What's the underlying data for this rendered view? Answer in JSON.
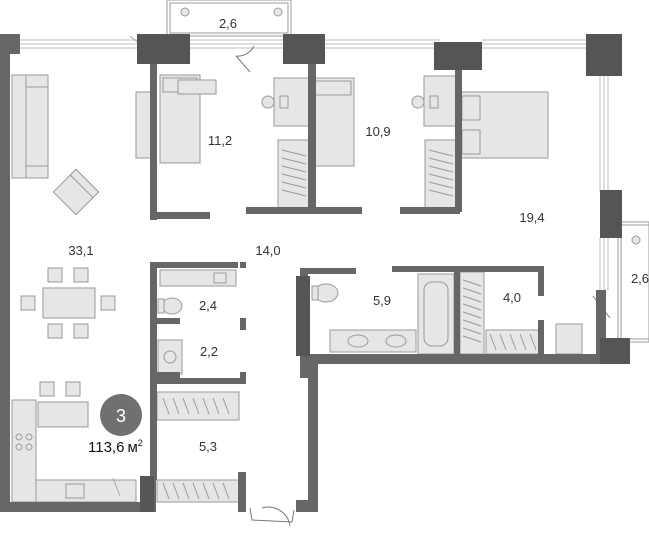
{
  "plan": {
    "rooms_count": "3",
    "total_area": "113,6",
    "total_unit": "м",
    "total_unit_sup": "2",
    "colors": {
      "wall": "#666666",
      "column": "#555555",
      "furniture_fill": "#e6e6e6",
      "furniture_stroke": "#9a9a9a",
      "badge": "#707070",
      "window": "#bdbdbd"
    },
    "areas": {
      "balcony_top": "2,6",
      "bedroom_1": "11,2",
      "bedroom_2": "10,9",
      "bedroom_master": "19,4",
      "living": "33,1",
      "hall": "14,0",
      "bath_1": "2,4",
      "laundry": "2,2",
      "bath_2": "5,9",
      "wardrobe": "4,0",
      "balcony_right": "2,6",
      "entry": "5,3"
    }
  }
}
